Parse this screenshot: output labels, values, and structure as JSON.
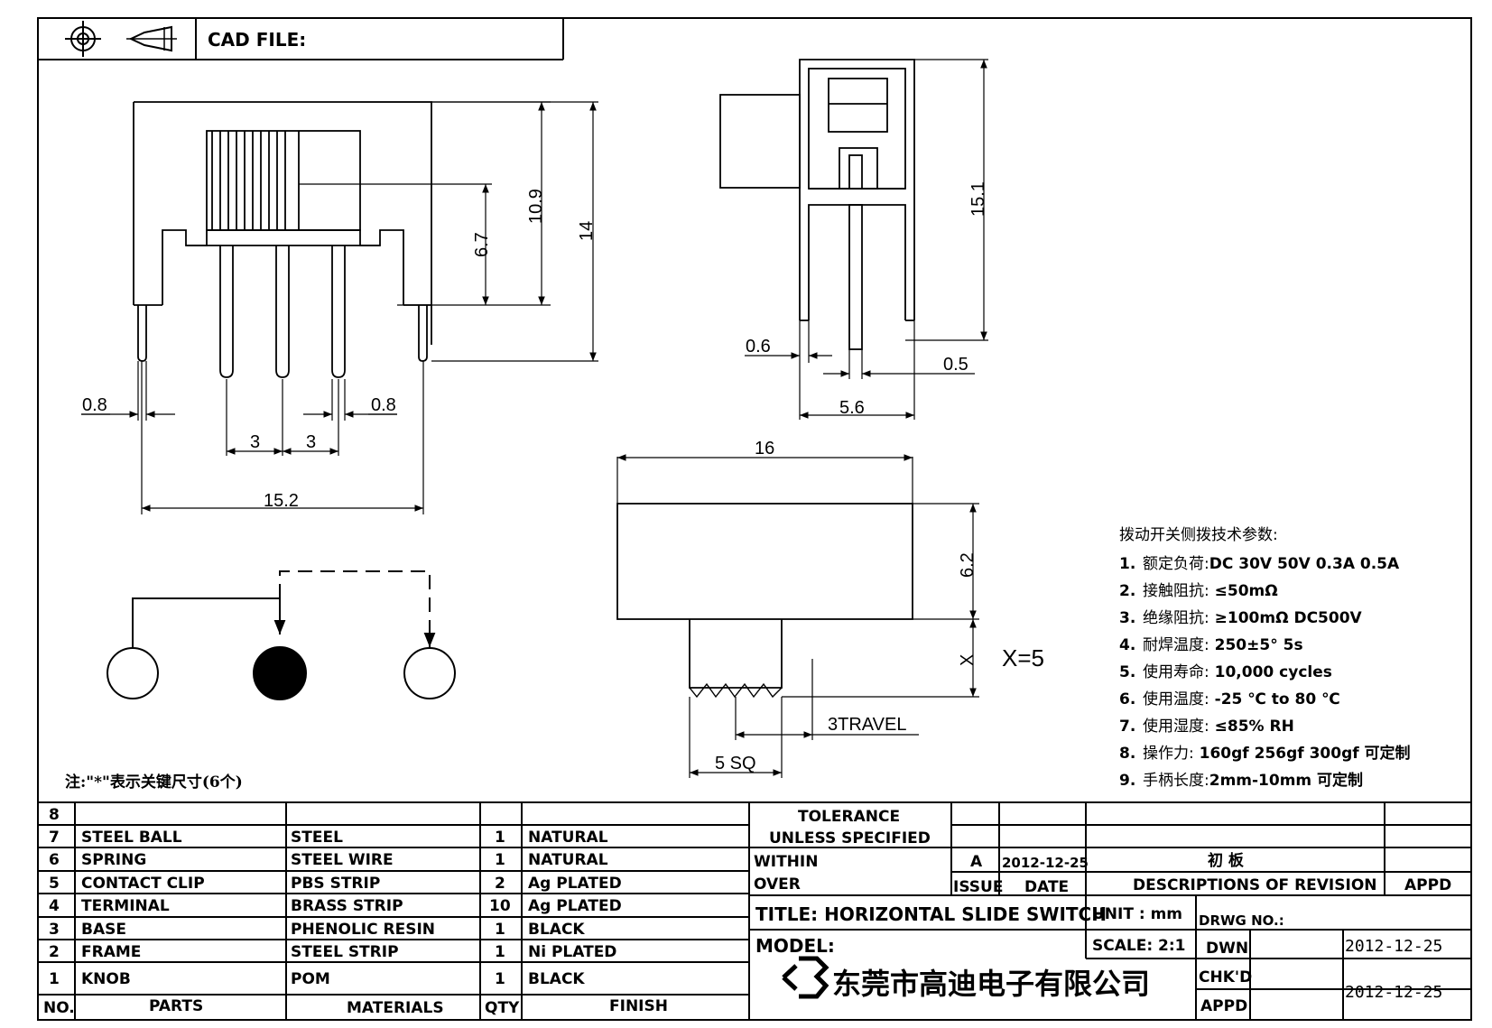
{
  "header": {
    "cad_file_label": "CAD FILE:"
  },
  "dims": {
    "front_width": "15.2",
    "front_height": "14",
    "knob_height": "10.9",
    "body_height": "6.7",
    "pin_pitch_left": "3",
    "pin_pitch_right": "3",
    "pin_dia_left": "0.8",
    "pin_dia_right": "0.8",
    "side_height": "15.1",
    "side_pin_thk": "0.6",
    "side_pin_w": "0.5",
    "side_width": "5.6",
    "top_width": "16",
    "top_height": "6.2",
    "travel_x": "X",
    "x_value": "X=5",
    "travel": "3TRAVEL",
    "knob_sq": "5 SQ"
  },
  "note": "注:\"*\"表示关键尺寸(6个)",
  "specs": {
    "title": "拨动开关侧拨技术参数:",
    "items": [
      {
        "no": "1.",
        "label": "额定负荷:",
        "value": "DC 30V    50V    0.3A    0.5A"
      },
      {
        "no": "2.",
        "label": "接触阻抗:",
        "value": " ≤50mΩ"
      },
      {
        "no": "3.",
        "label": "绝缘阻抗:",
        "value": " ≥100mΩ   DC500V"
      },
      {
        "no": "4.",
        "label": "耐焊温度:",
        "value": " 250±5°  5s"
      },
      {
        "no": "5.",
        "label": "使用寿命:",
        "value": " 10,000 cycles"
      },
      {
        "no": "6.",
        "label": "使用温度:",
        "value": " -25  ℃  to 80  ℃"
      },
      {
        "no": "7.",
        "label": "使用湿度:",
        "value": " ≤85% RH"
      },
      {
        "no": "8.",
        "label": "操作力:",
        "value": " 160gf    256gf    300gf  可定制"
      },
      {
        "no": "9.",
        "label": "手柄长度:",
        "value": "2mm-10mm   可定制"
      }
    ]
  },
  "bom": {
    "rows": [
      {
        "no": "8",
        "part": "",
        "material": "",
        "qty": "",
        "finish": ""
      },
      {
        "no": "7",
        "part": "STEEL BALL",
        "material": "STEEL",
        "qty": "1",
        "finish": "NATURAL"
      },
      {
        "no": "6",
        "part": "SPRING",
        "material": "STEEL WIRE",
        "qty": "1",
        "finish": "NATURAL"
      },
      {
        "no": "5",
        "part": "CONTACT CLIP",
        "material": "PBS STRIP",
        "qty": "2",
        "finish": "Ag PLATED"
      },
      {
        "no": "4",
        "part": "TERMINAL",
        "material": "BRASS STRIP",
        "qty": "10",
        "finish": "Ag PLATED"
      },
      {
        "no": "3",
        "part": "BASE",
        "material": "PHENOLIC RESIN",
        "qty": "1",
        "finish": "BLACK"
      },
      {
        "no": "2",
        "part": "FRAME",
        "material": "STEEL STRIP",
        "qty": "1",
        "finish": "Ni PLATED"
      },
      {
        "no": "1",
        "part": "KNOB",
        "material": "POM",
        "qty": "1",
        "finish": "BLACK"
      }
    ],
    "headers": {
      "no": "NO.",
      "part": "PARTS",
      "material": "MATERIALS",
      "qty": "QTY",
      "finish": "FINISH"
    }
  },
  "title_block": {
    "tolerance_1": "TOLERANCE",
    "tolerance_2": "UNLESS   SPECIFIED",
    "within": "WITHIN",
    "over": "OVER",
    "issue_value": "A",
    "issue_date": "2012-12-25",
    "revision_desc": "初 板",
    "issue_label": "ISSUE",
    "date_label": "DATE",
    "descriptions_label": "DESCRIPTIONS  OF  REVISION",
    "appd_label": "APPD",
    "title": "TITLE:  HORIZONTAL  SLIDE  SWITCH",
    "unit": "UNIT : mm",
    "drwg_no": "DRWG NO.:",
    "model": "MODEL:",
    "scale": "SCALE: 2:1",
    "dwn": "DWN",
    "dwn_date": "2012-12-25",
    "chkd": "CHK'D",
    "appd": "APPD",
    "appd_date": "2012-12-25",
    "company": "东莞市高迪电子有限公司"
  }
}
